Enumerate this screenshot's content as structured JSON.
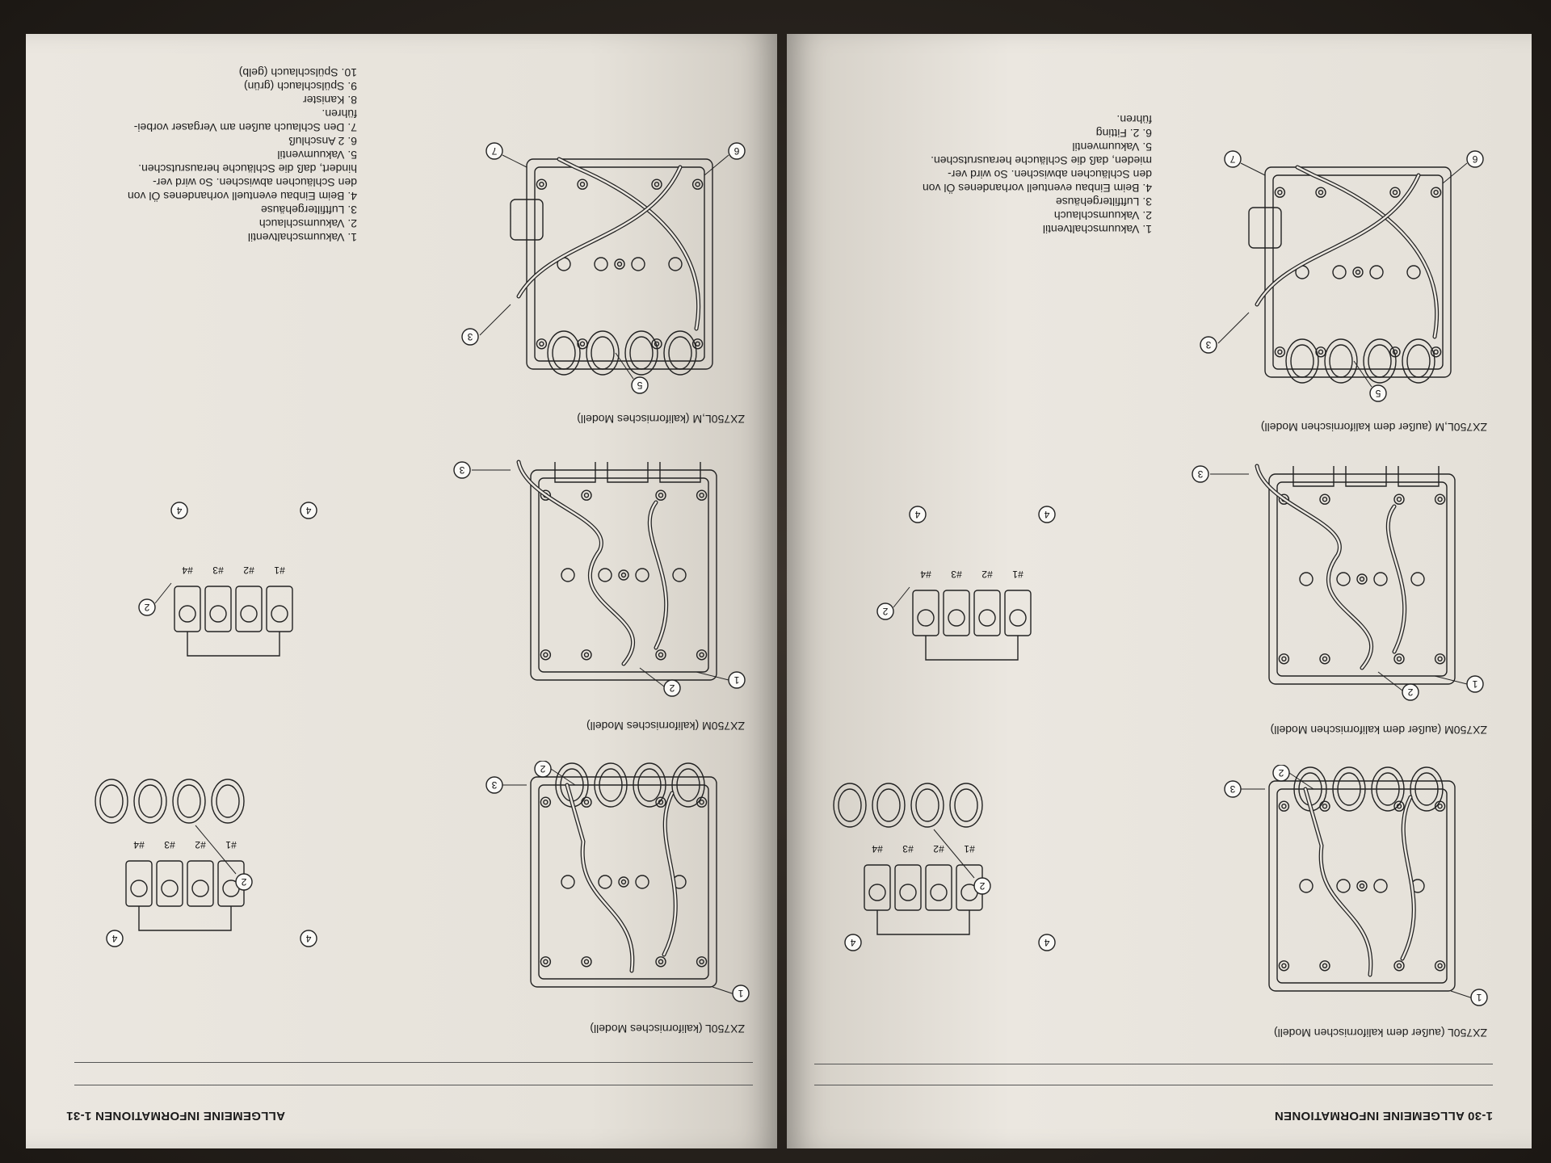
{
  "left_page": {
    "header": "1-30 ALLGEMEINE INFORMATIONEN",
    "sections": [
      {
        "caption": "ZX750L (außer dem kalifornischen Modell)",
        "cyl_labels": [
          "#1",
          "#2",
          "#3",
          "#4"
        ]
      },
      {
        "caption": "ZX750M (außer dem kalifornischen Modell)",
        "cyl_labels": [
          "#1",
          "#2",
          "#3",
          "#4"
        ]
      },
      {
        "caption": "ZX750L,M (außer dem kalifornischen Modell)",
        "cyl_labels": []
      }
    ],
    "legend": [
      "1. Vakuumschaltventil",
      "2. Vakuumschlauch",
      "3. Luftfiltergehäuse",
      "4. Beim Einbau eventuell vorhandenes Öl von",
      "den Schläuchen abwischen. So wird ver-",
      "mieden, daß die Schläuche herausrutschen.",
      "5. Vakuumventil",
      "6. 2. Fitting",
      "führen."
    ]
  },
  "right_page": {
    "header": "ALLGEMEINE INFORMATIONEN 1-31",
    "sections": [
      {
        "caption": "ZX750L (kalifornisches Modell)",
        "cyl_labels": [
          "#1",
          "#2",
          "#3",
          "#4"
        ]
      },
      {
        "caption": "ZX750M (kalifornisches Modell)",
        "cyl_labels": [
          "#1",
          "#2",
          "#3",
          "#4"
        ]
      },
      {
        "caption": "ZX750L,M (kalifornisches Modell)",
        "cyl_labels": []
      }
    ],
    "legend": [
      "1. Vakuumschaltventil",
      "2. Vakuumschlauch",
      "3. Luftfiltergehäuse",
      "4. Beim Einbau eventuell vorhandenes Öl von",
      "den Schläuchen abwischen. So wird ver-",
      "hindert, daß die Schläuche herausrutschen.",
      "5. Vakuumventil",
      "6. 2 Anschluß",
      "7. Den Schlauch außen am Vergaser vorbei-",
      "führen.",
      "8. Kanister",
      "9. Spülschlauch (grün)",
      "10. Spülschlauch (gelb)"
    ]
  },
  "colors": {
    "paper": "#e8e4dd",
    "ink": "#222222",
    "background": "#1c1814"
  }
}
